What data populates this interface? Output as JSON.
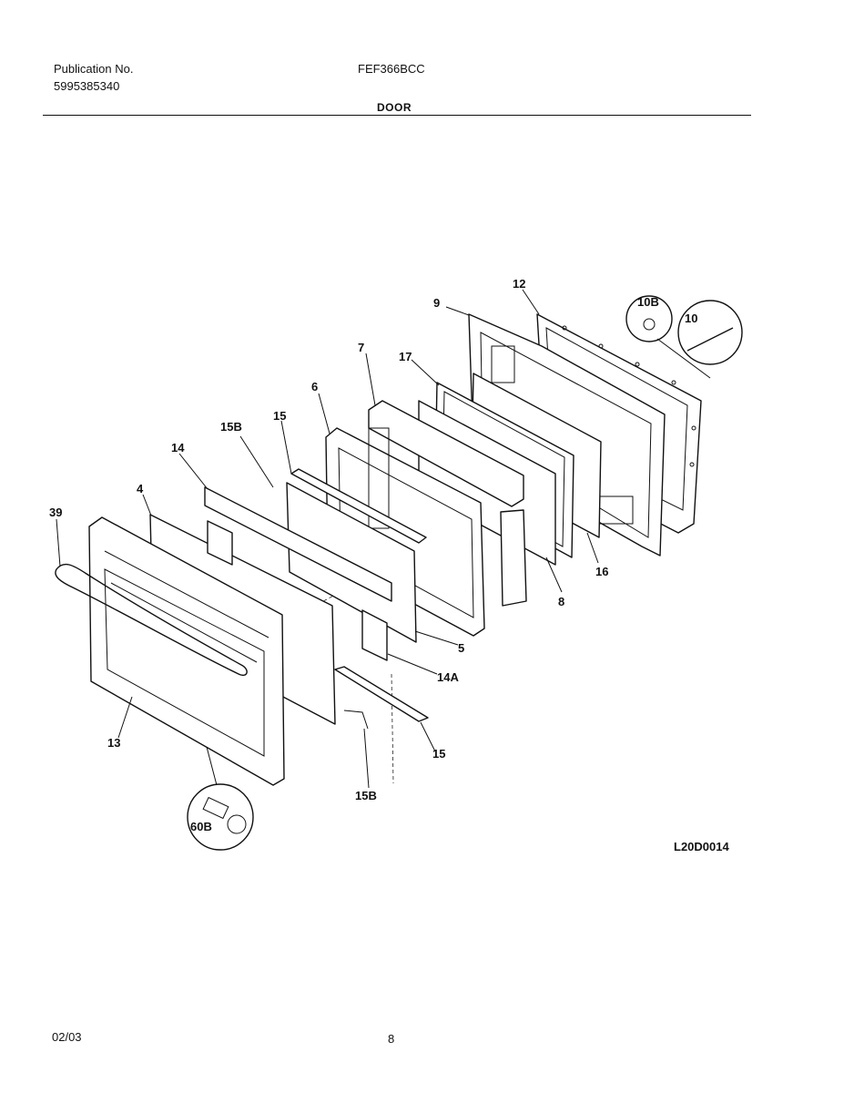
{
  "header": {
    "publication_label": "Publication No.",
    "publication_number": "5995385340",
    "model": "FEF366BCC",
    "section_title": "DOOR"
  },
  "callouts": {
    "c12": "12",
    "c9": "9",
    "c10B": "10B",
    "c10": "10",
    "c7": "7",
    "c17": "17",
    "c6": "6",
    "c15_top": "15",
    "c15B_top": "15B",
    "c14": "14",
    "c4": "4",
    "c39": "39",
    "c16": "16",
    "c8": "8",
    "c5": "5",
    "c14A": "14A",
    "c13": "13",
    "c15_bottom": "15",
    "c15B_bottom": "15B",
    "c60B": "60B"
  },
  "drawing_code": "L20D0014",
  "footer": {
    "date": "02/03",
    "page": "8"
  }
}
